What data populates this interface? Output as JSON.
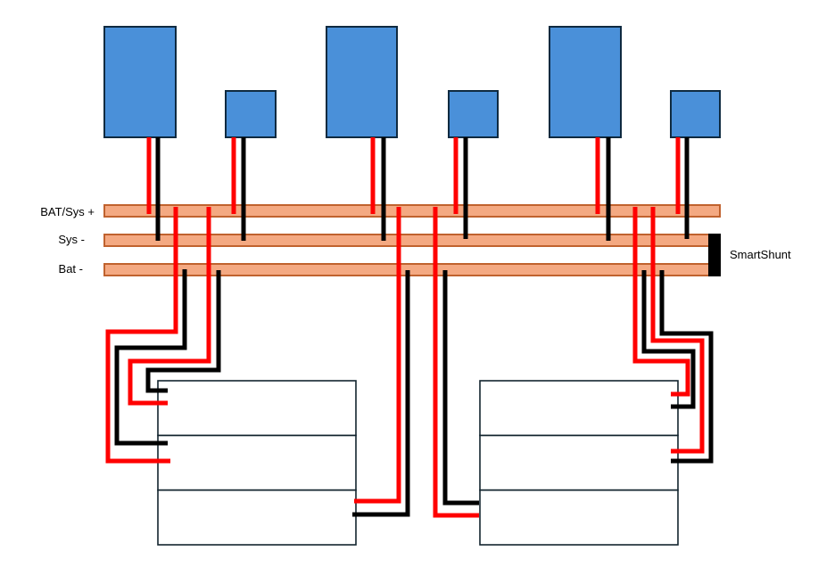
{
  "colors": {
    "device_fill": "#4a90d9",
    "device_stroke": "#0f2a40",
    "busbar_fill": "#f4a982",
    "busbar_stroke": "#c0622e",
    "positive_wire": "#ff0000",
    "negative_wire": "#000000",
    "battery_stroke": "#13252f",
    "shunt": "#000000"
  },
  "busbars": [
    {
      "id": "bat-sys-plus",
      "label": "BAT/Sys +"
    },
    {
      "id": "sys-minus",
      "label": "Sys -"
    },
    {
      "id": "bat-minus",
      "label": "Bat -"
    }
  ],
  "shunt": {
    "label": "SmartShunt"
  },
  "devices": [
    {
      "id": "device-1",
      "kind": "large"
    },
    {
      "id": "device-2",
      "kind": "small"
    },
    {
      "id": "device-3",
      "kind": "large"
    },
    {
      "id": "device-4",
      "kind": "small"
    },
    {
      "id": "device-5",
      "kind": "large"
    },
    {
      "id": "device-6",
      "kind": "small"
    }
  ],
  "battery_banks": [
    {
      "id": "battery-bank-left",
      "cells": 3
    },
    {
      "id": "battery-bank-right",
      "cells": 3
    }
  ]
}
